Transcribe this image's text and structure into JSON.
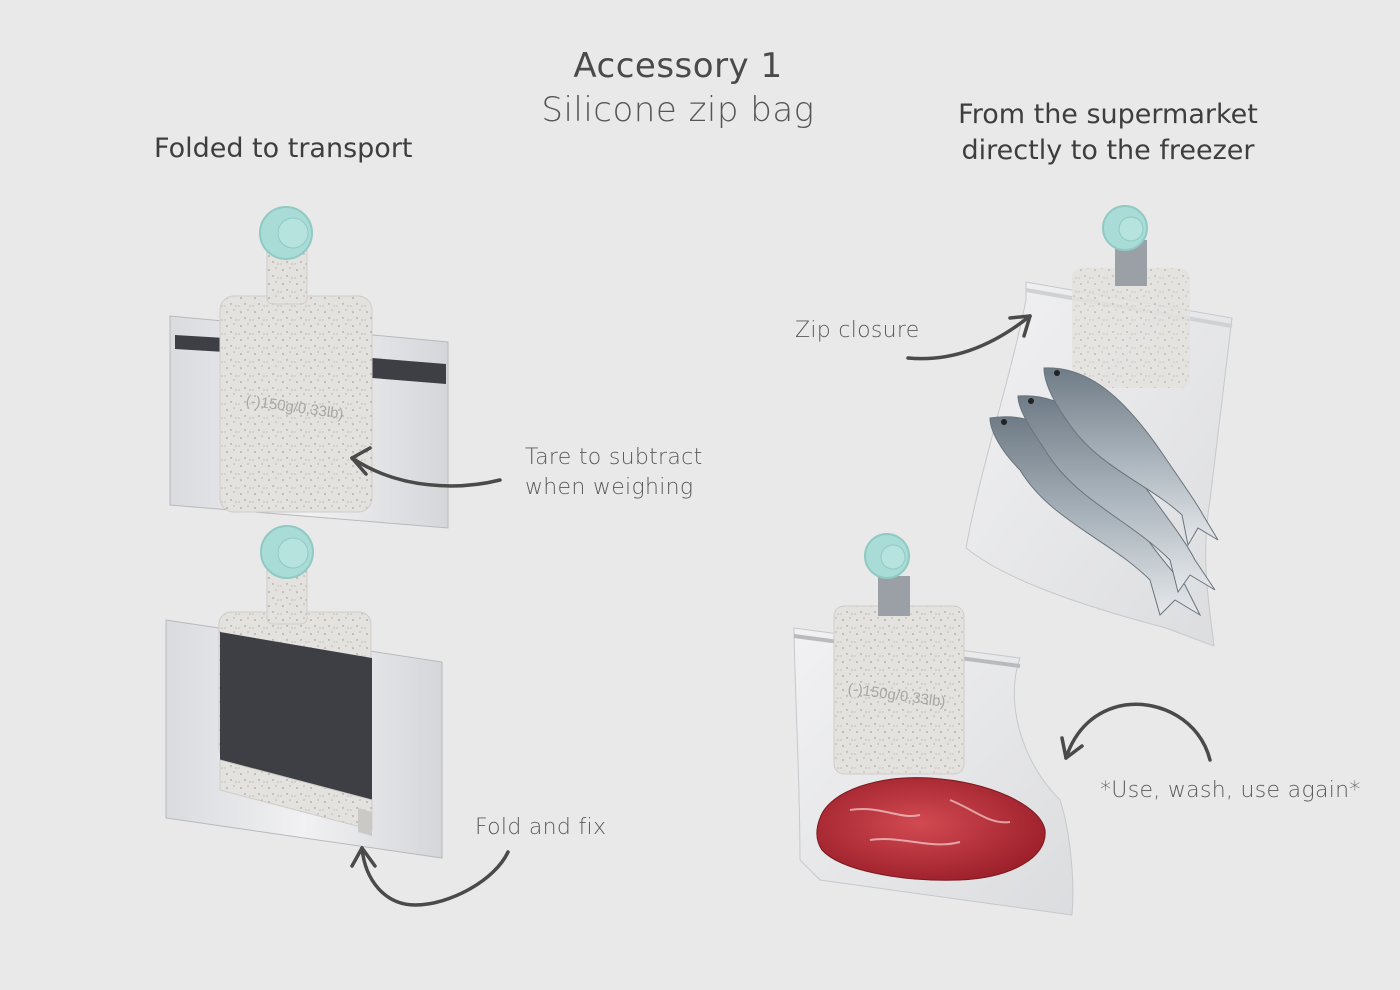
{
  "title": {
    "line1": "Accessory 1",
    "line2": "Silicone zip bag"
  },
  "left_section": {
    "heading": "Folded to transport",
    "tare_label": "(-)150g/0,33lb)",
    "notes": {
      "tare_line1": "Tare to subtract",
      "tare_line2": "when weighing",
      "fold": "Fold and fix"
    }
  },
  "right_section": {
    "heading_line1": "From the supermarket",
    "heading_line2": "directly to the freezer",
    "tare_label": "(-)150g/0,33lb)",
    "notes": {
      "zip": "Zip closure",
      "reuse": "*Use, wash, use again*"
    }
  },
  "colors": {
    "background": "#e9e9e9",
    "knob": "#a9dcd6",
    "knob_dark": "#8fcac3",
    "tag": "#e4e2de",
    "dark_panel": "#3e3f44",
    "meat": "#c0343d",
    "fish": "#8f9aa3"
  }
}
